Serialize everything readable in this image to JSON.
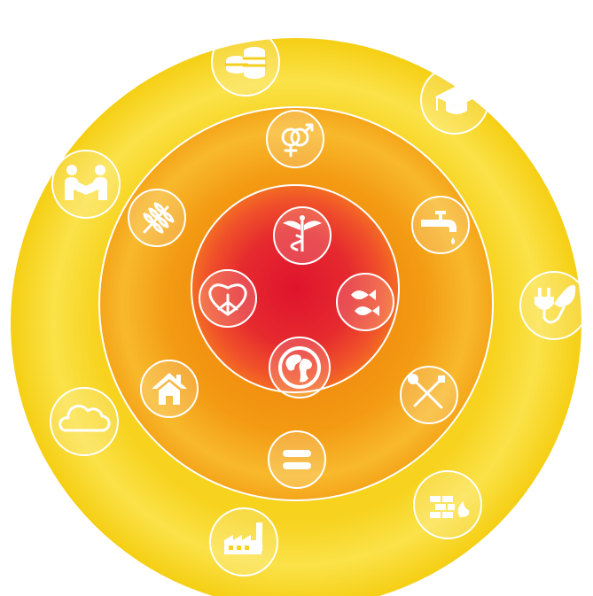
{
  "diagram": {
    "colors": {
      "outer_ring": "#f7d21e",
      "middle_ring": "#f39a12",
      "inner_core": "#e3192e",
      "badge_stroke": "#ffffff"
    },
    "rings": [
      {
        "name": "outer",
        "icons": [
          "coins-icon",
          "graduation-cap-icon",
          "plug-leaf-icon",
          "bricks-flame-icon",
          "factory-icon",
          "cloud-icon",
          "handshake-icon"
        ]
      },
      {
        "name": "middle",
        "icons": [
          "gender-symbols-icon",
          "water-tap-icon",
          "tools-icon",
          "equals-icon",
          "house-icon",
          "wheat-icon"
        ]
      },
      {
        "name": "inner",
        "icons": [
          "caduceus-icon",
          "fish-icon",
          "globe-icon",
          "heart-peace-icon"
        ]
      }
    ]
  }
}
